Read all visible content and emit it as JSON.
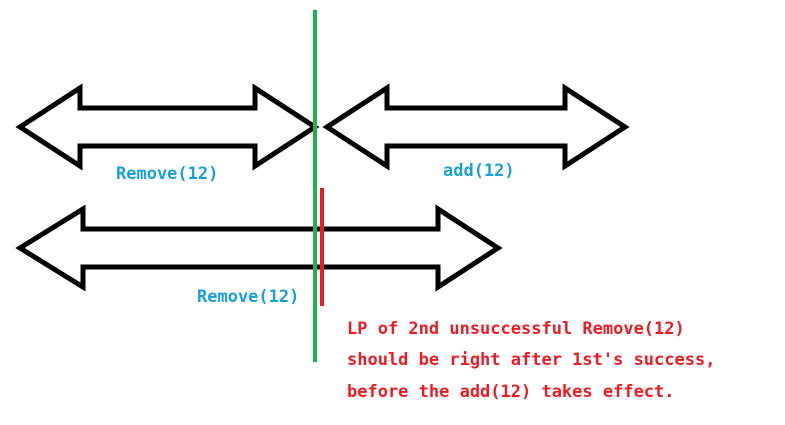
{
  "colors": {
    "arrow_stroke": "#000000",
    "label": "#1aa0d8",
    "green_line": "#22b14c",
    "red_line": "#ed1c24",
    "note": "#ed1c24"
  },
  "operations": {
    "first_remove": {
      "label": "Remove(12)"
    },
    "add": {
      "label": "add(12)"
    },
    "second_remove": {
      "label": "Remove(12)"
    }
  },
  "note": {
    "lines": [
      "LP of 2nd unsuccessful Remove(12)",
      "should be right after 1st's success,",
      "before the add(12) takes effect."
    ]
  }
}
